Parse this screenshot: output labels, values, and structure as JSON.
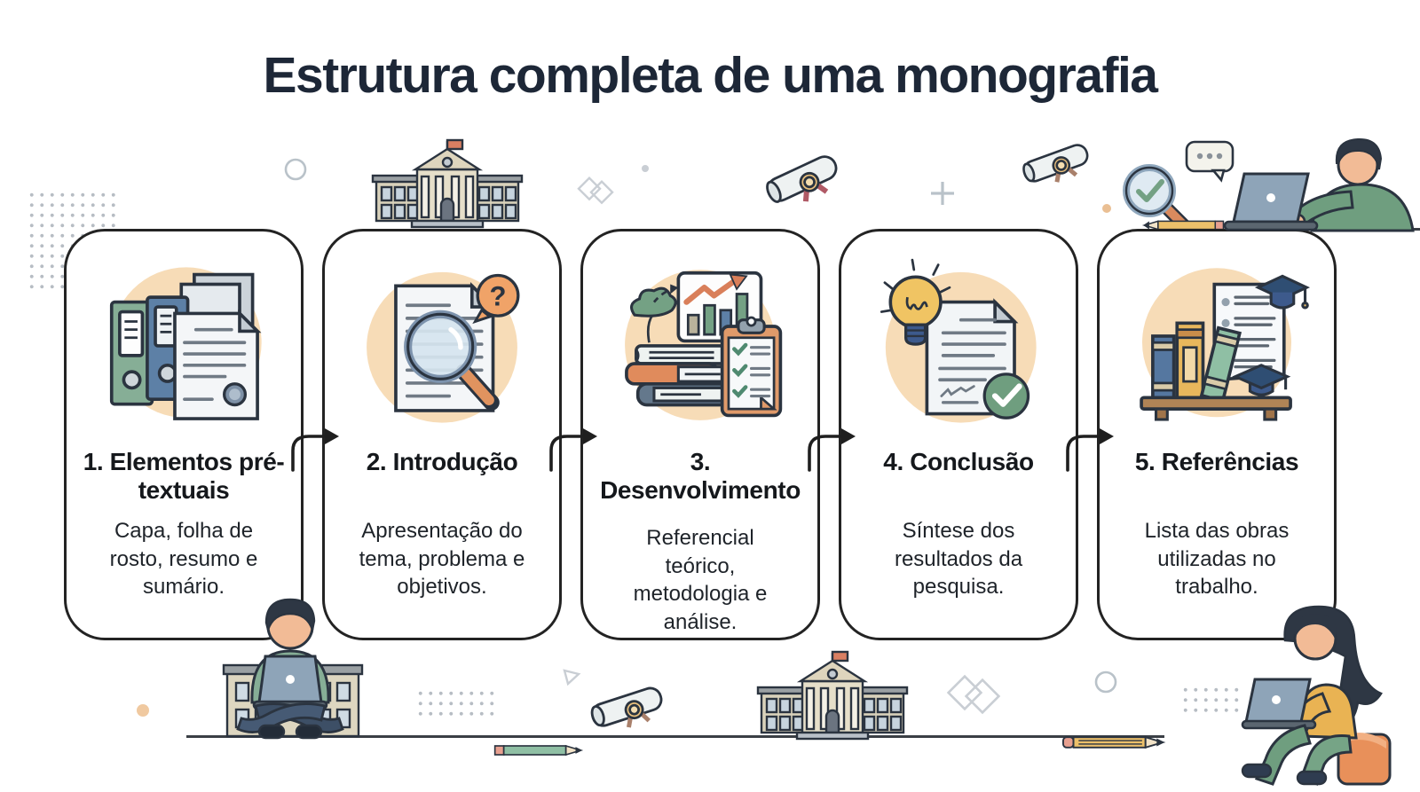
{
  "title": "Estrutura completa de uma monografia",
  "steps": [
    {
      "title": "1. Elementos pré-textuais",
      "description": "Capa, folha de\nrosto, resumo e\nsumário.",
      "icon": "binders-and-documents-icon"
    },
    {
      "title": "2. Introdução",
      "description": "Apresentação do\ntema, problema e\nobjetivos.",
      "icon": "document-magnifier-question-icon"
    },
    {
      "title": "3. Desenvolvimento",
      "description": "Referencial\nteórico,\nmetodologia e\nanálise.",
      "icon": "books-chart-checklist-icon"
    },
    {
      "title": "4. Conclusão",
      "description": "Síntese dos\nresultados da\npesquisa.",
      "icon": "idea-document-check-icon"
    },
    {
      "title": "5. Referências",
      "description": "Lista das obras\nutilizadas no\ntrabalho.",
      "icon": "bookshelf-gradcap-icon"
    }
  ],
  "icons": {
    "question_mark": "?",
    "decorations": [
      "university-building",
      "diploma-scroll",
      "pencil",
      "magnifier-check",
      "speech-bubble",
      "plus-sign",
      "diamond-outline",
      "circle-outline",
      "triangle-outline",
      "dots-grid",
      "person-at-laptop",
      "person-sitting-laptop",
      "woman-on-pouf-laptop",
      "lightbulb",
      "graduation-cap"
    ]
  },
  "colors": {
    "background": "#ffffff",
    "title_text": "#1d2737",
    "card_border": "#232323",
    "icon_circle_peach": "#f7dcb7",
    "accent_orange": "#e2905e",
    "accent_green": "#74a184",
    "accent_navy": "#3e5a80",
    "accent_yellow": "#ecc06a",
    "flag_red": "#d97f62"
  }
}
